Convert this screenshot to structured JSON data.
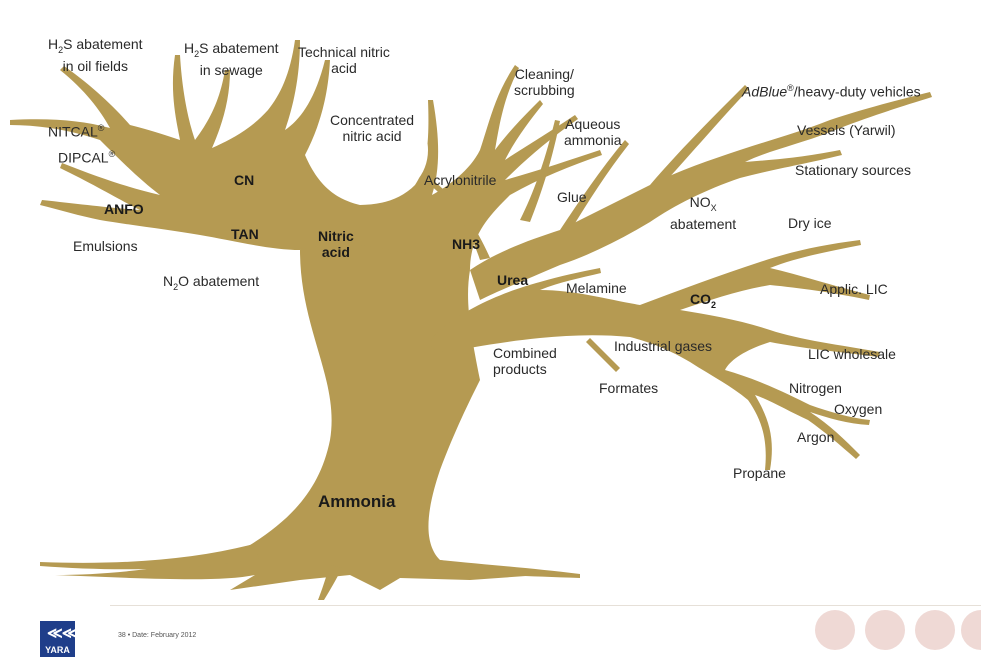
{
  "diagram": {
    "trunk_label": "Ammonia",
    "colors": {
      "tree": "#b59a52",
      "tree_light": "#c5ac66",
      "logo_blue": "#1f3e8a",
      "dots": "#efd9d5"
    },
    "labels": {
      "h2s_oil": [
        "H",
        "2",
        "S abatement",
        "in oil fields"
      ],
      "h2s_sewage": [
        "H",
        "2",
        "S abatement",
        "in sewage"
      ],
      "technical_nitric": [
        "Technical nitric",
        "acid"
      ],
      "concentrated_nitric": [
        "Concentrated",
        "nitric acid"
      ],
      "cleaning": [
        "Cleaning/",
        "scrubbing"
      ],
      "aqueous": [
        "Aqueous",
        "ammonia"
      ],
      "adblue": [
        "AdBlue",
        "®",
        "/heavy-duty vehicles"
      ],
      "nitcal": [
        "NITCAL",
        "®"
      ],
      "dipcal": [
        "DIPCAL",
        "®"
      ],
      "vessels": "Vessels (Yarwil)",
      "cn": "CN",
      "acrylonitrile": "Acrylonitrile",
      "stationary": "Stationary sources",
      "glue": "Glue",
      "nox": [
        "NO",
        "X",
        "abatement"
      ],
      "anfo": "ANFO",
      "tan": "TAN",
      "nitric_acid": [
        "Nitric",
        "acid"
      ],
      "nh3": "NH3",
      "dry_ice": "Dry ice",
      "emulsions": "Emulsions",
      "n2o": [
        "N",
        "2",
        "O abatement"
      ],
      "urea": "Urea",
      "melamine": "Melamine",
      "co2": [
        "CO",
        "2"
      ],
      "applic_lic": "Applic. LIC",
      "combined": [
        "Combined",
        "products"
      ],
      "industrial_gases": "Industrial gases",
      "lic_wholesale": "LIC wholesale",
      "formates": "Formates",
      "nitrogen": "Nitrogen",
      "oxygen": "Oxygen",
      "argon": "Argon",
      "propane": "Propane"
    }
  },
  "footer": {
    "logo_text": "YARA",
    "logo_mark": "≪≪",
    "date_text": "38 • Date: February 2012"
  }
}
